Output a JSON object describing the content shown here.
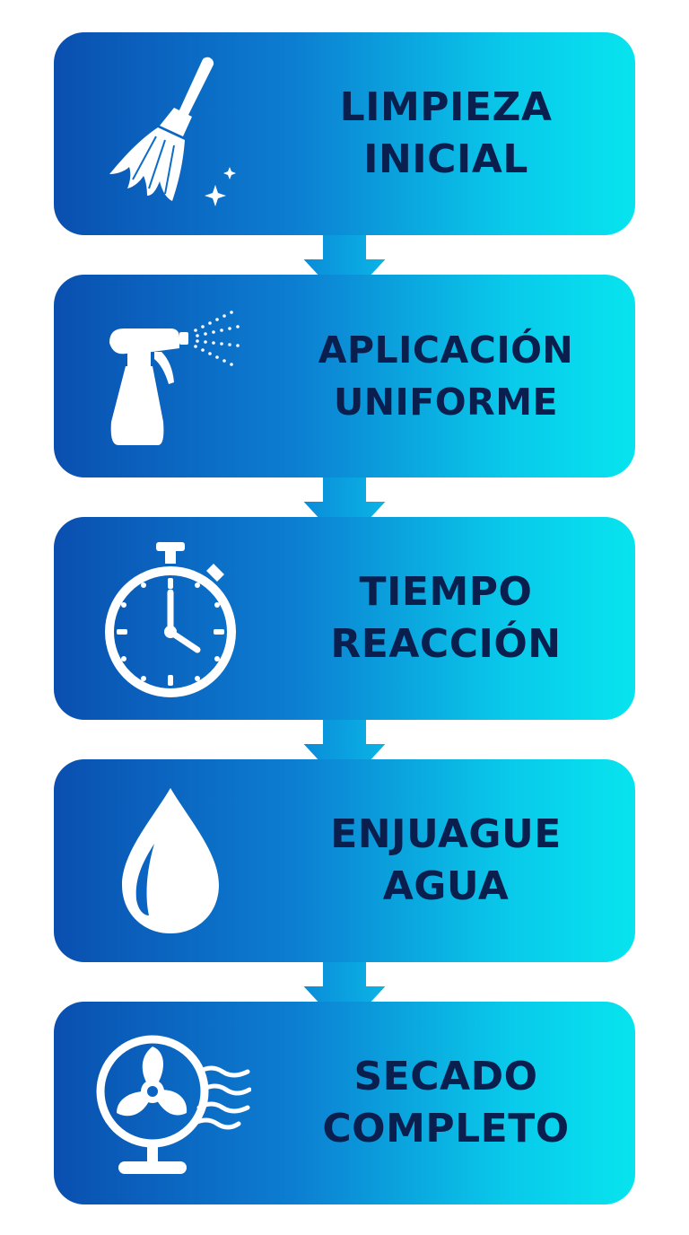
{
  "colors": {
    "gradient_start": "#0a4fb0",
    "gradient_end": "#07e4ee",
    "text": "#0b1f4e",
    "icon": "#ffffff"
  },
  "steps": [
    {
      "line1": "LIMPIEZA",
      "line2": "INICIAL",
      "icon": "broom-icon"
    },
    {
      "line1": "APLICACIÓN",
      "line2": "UNIFORME",
      "icon": "spray-bottle-icon"
    },
    {
      "line1": "TIEMPO",
      "line2": "REACCIÓN",
      "icon": "stopwatch-icon"
    },
    {
      "line1": "ENJUAGUE",
      "line2": "AGUA",
      "icon": "water-drop-icon"
    },
    {
      "line1": "SECADO",
      "line2": "COMPLETO",
      "icon": "fan-icon"
    }
  ]
}
